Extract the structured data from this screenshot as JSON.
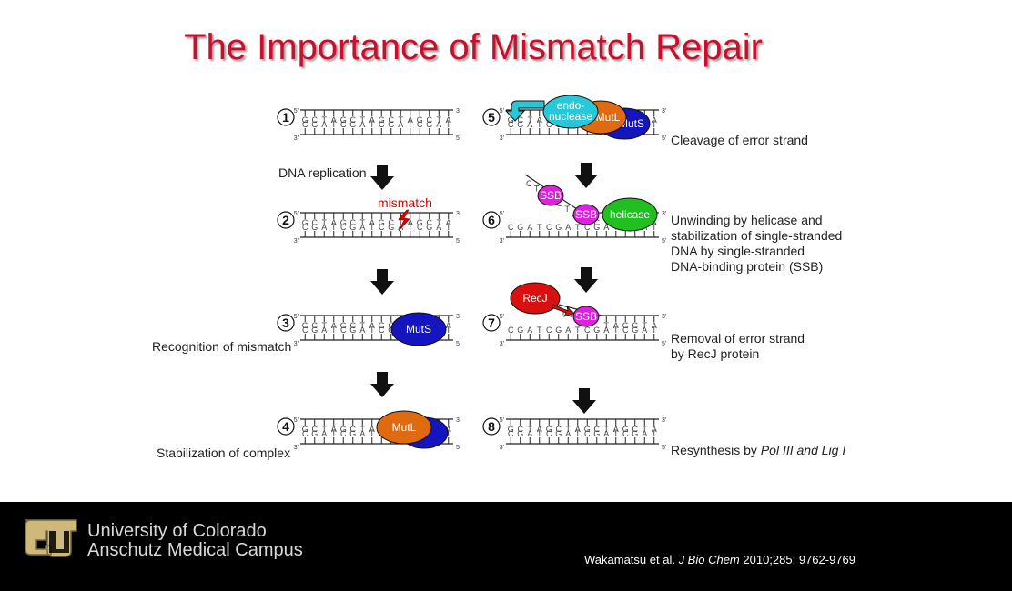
{
  "title": "The Importance of Mismatch Repair",
  "strand": {
    "top_seq": [
      "G",
      "C",
      "T",
      "A",
      "G",
      "C",
      "T",
      "A",
      "G",
      "C",
      "T",
      "A",
      "G",
      "C",
      "T",
      "A"
    ],
    "bottom_seq": [
      "C",
      "G",
      "A",
      "T",
      "C",
      "G",
      "A",
      "T",
      "C",
      "G",
      "A",
      "T",
      "C",
      "G",
      "A",
      "T"
    ],
    "prime5": "5'",
    "prime3": "3'"
  },
  "steps": [
    {
      "number": "1",
      "label": "",
      "sub": "DNA replication"
    },
    {
      "number": "2",
      "label": "",
      "annotation": "mismatch"
    },
    {
      "number": "3",
      "label": "Recognition of mismatch",
      "proteins": [
        "MutS"
      ]
    },
    {
      "number": "4",
      "label": "Stabilization of complex",
      "proteins": [
        "MutL"
      ]
    },
    {
      "number": "5",
      "label": "Cleavage of error strand",
      "proteins": [
        "endo-",
        "nuclease",
        "MutL",
        "MutS"
      ]
    },
    {
      "number": "6",
      "label_lines": [
        "Unwinding by helicase and",
        "stabilization of single-stranded",
        "DNA by single-stranded",
        "DNA-binding protein (SSB)"
      ],
      "proteins": [
        "SSB",
        "SSB",
        "helicase"
      ]
    },
    {
      "number": "7",
      "label_lines": [
        "Removal of error strand",
        "by RecJ protein"
      ],
      "proteins": [
        "RecJ",
        "SSB"
      ]
    },
    {
      "number": "8",
      "label_prefix": "Resynthesis by ",
      "label_italic": "Pol III and Lig I"
    }
  ],
  "colors": {
    "title": "#c8102e",
    "mismatch": "#e00000",
    "muts": "#1515c0",
    "mutl": "#e06a10",
    "endonuclease": "#28c8d8",
    "ssb": "#e020e0",
    "helicase": "#20c020",
    "recj": "#d81010",
    "footer_bg": "#000000",
    "logo_gold": "#cfb87c"
  },
  "footer": {
    "logo_icon": "cu-logo-icon",
    "university_line1": "University of Colorado",
    "university_line2": "Anschutz Medical Campus",
    "citation_authors": "Wakamatsu et al. ",
    "citation_journal": "J Bio Chem",
    "citation_rest": " 2010;285: 9762-9769"
  }
}
